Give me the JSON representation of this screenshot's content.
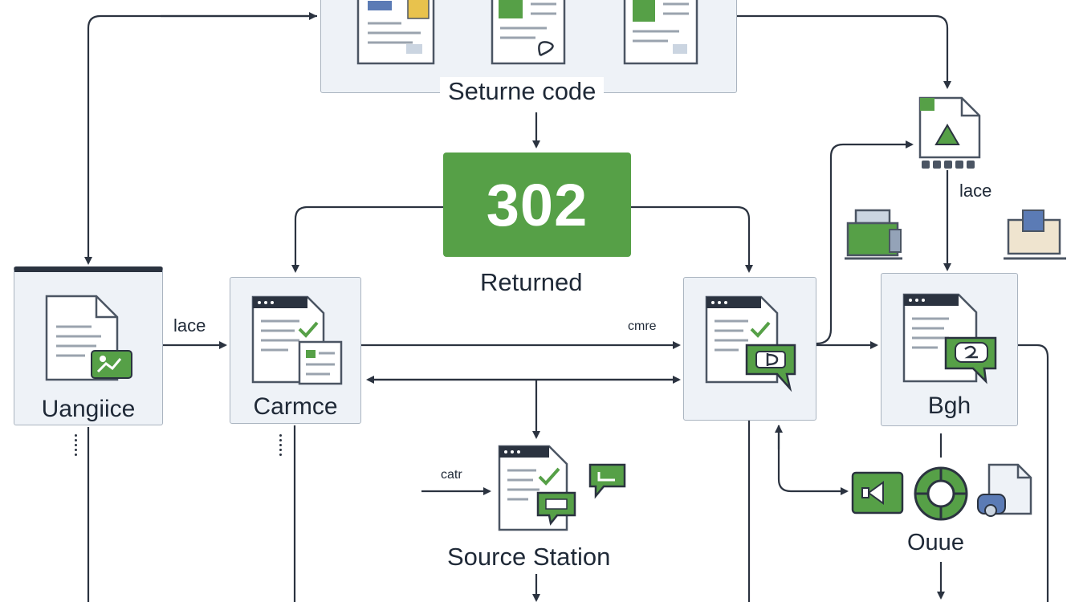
{
  "diagram": {
    "status": {
      "code": "302",
      "caption": "Returned"
    },
    "nodes": {
      "top_group": {
        "title": "Seturne code"
      },
      "left": {
        "title": "Uangiice"
      },
      "carmce": {
        "title": "Carmce"
      },
      "middle_right": {
        "title": ""
      },
      "bgh": {
        "title": "Bgh"
      },
      "source": {
        "title": "Source Station"
      },
      "ouue": {
        "title": "Ouue"
      }
    },
    "edge_labels": {
      "lace_left": "lace",
      "cmre": "cmre",
      "catr": "catr",
      "lace_right": "lace"
    },
    "colors": {
      "accent_green": "#56a047",
      "arrow": "#2b3340",
      "node_fill": "#eef2f7",
      "node_border": "#aab4c0"
    },
    "icons": [
      "document-icon",
      "chat-icon",
      "checkmark-icon",
      "triangle-document-icon",
      "printer-icon",
      "box-icon",
      "speaker-icon",
      "ring-icon",
      "device-icon"
    ]
  }
}
